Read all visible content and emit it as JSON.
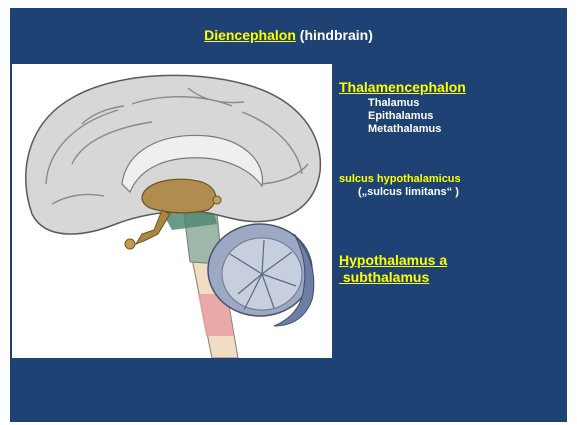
{
  "slide": {
    "title_main": "Diencephalon",
    "title_rest": " (hindbrain)"
  },
  "figure": {
    "description_icon": "brain-sagittal-section-illustration"
  },
  "thalamencephalon": {
    "heading": "Thalamencephalon",
    "items": [
      "Thalamus",
      "Epithalamus",
      "Metathalamus"
    ]
  },
  "sulcus": {
    "heading": "sulcus hypothalamicus",
    "note": "(„sulcus limitans“ )"
  },
  "hypothalamus": {
    "line1": "Hypothalamus a",
    "line2": " subthalamus"
  },
  "colors": {
    "background": "#1f4275",
    "accent": "#ffff00",
    "text": "#ffffff"
  }
}
